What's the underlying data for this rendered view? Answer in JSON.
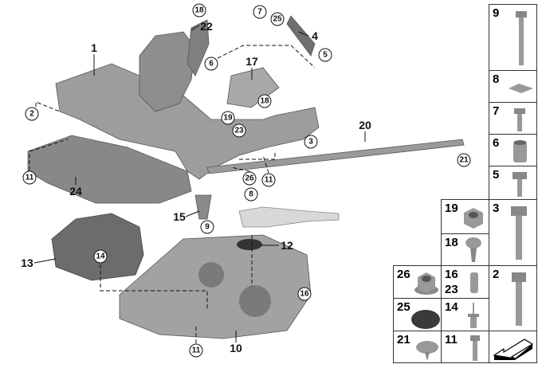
{
  "callouts": [
    {
      "label": "1"
    },
    {
      "label": "2"
    },
    {
      "label": "11"
    },
    {
      "label": "24"
    },
    {
      "label": "22"
    },
    {
      "label": "18"
    },
    {
      "label": "6"
    },
    {
      "label": "17"
    },
    {
      "label": "18"
    },
    {
      "label": "19"
    },
    {
      "label": "23"
    },
    {
      "label": "7"
    },
    {
      "label": "25"
    },
    {
      "label": "4"
    },
    {
      "label": "5"
    },
    {
      "label": "3"
    },
    {
      "label": "20"
    },
    {
      "label": "21"
    },
    {
      "label": "26"
    },
    {
      "label": "11"
    },
    {
      "label": "8"
    },
    {
      "label": "9"
    },
    {
      "label": "15"
    },
    {
      "label": "12"
    },
    {
      "label": "13"
    },
    {
      "label": "14"
    },
    {
      "label": "16"
    },
    {
      "label": "11"
    },
    {
      "label": "10"
    }
  ],
  "parts_table": [
    {
      "label": "9",
      "icon": "long-bolt"
    },
    {
      "label": "8",
      "icon": "clip"
    },
    {
      "label": "7",
      "icon": "short-bolt"
    },
    {
      "label": "6",
      "icon": "sleeve"
    },
    {
      "label": "5",
      "icon": "flange-bolt"
    },
    {
      "label": "19",
      "icon": "hex-nut"
    },
    {
      "label": "3",
      "icon": "long-flange-bolt"
    },
    {
      "label": "18",
      "icon": "screw"
    },
    {
      "label": "26",
      "icon": "flange-nut"
    },
    {
      "label": "16",
      "label2": "23",
      "icon": "threaded-insert"
    },
    {
      "label": "2",
      "icon": "long-flange-bolt"
    },
    {
      "label": "25",
      "icon": "round-pad"
    },
    {
      "label": "14",
      "icon": "rivet"
    },
    {
      "label": "21",
      "icon": "expansion-rivet"
    },
    {
      "label": "11",
      "icon": "bolt"
    },
    {
      "label": "",
      "icon": "direction-arrow"
    }
  ],
  "colors": {
    "part": "#9a9a9a",
    "part_dark": "#6d6d6d",
    "line": "#111111"
  }
}
